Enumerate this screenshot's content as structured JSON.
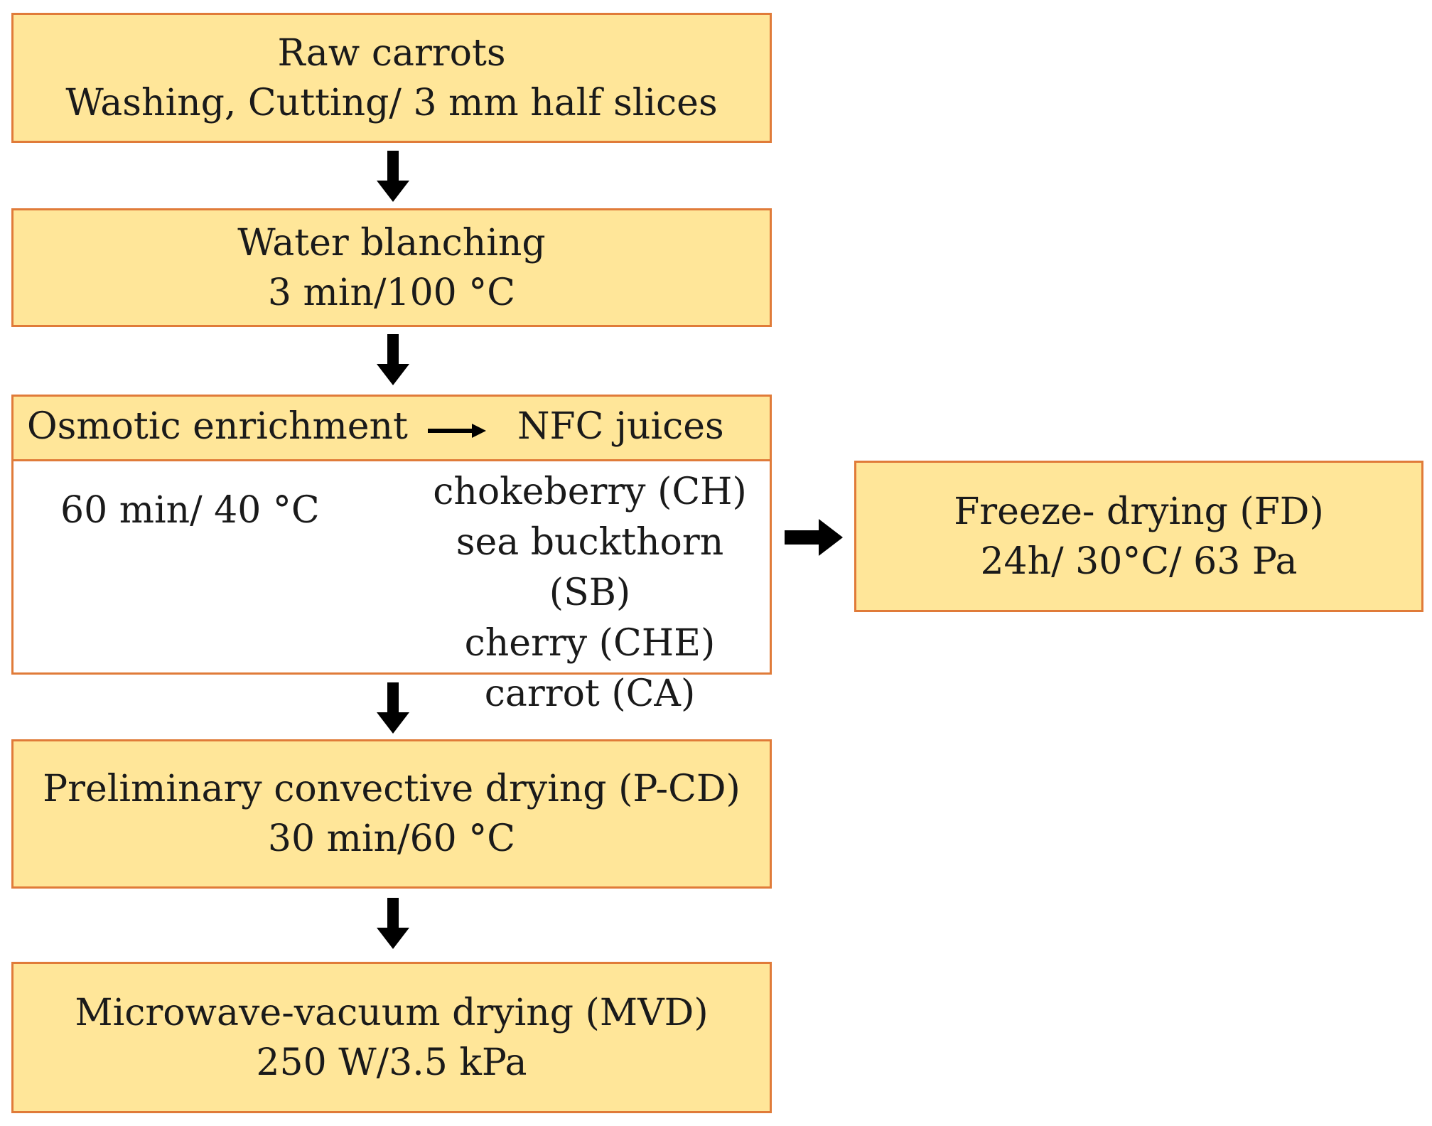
{
  "steps": {
    "raw": {
      "line1": "Raw carrots",
      "line2": "Washing, Cutting/ 3 mm half slices"
    },
    "blanch": {
      "line1": "Water blanching",
      "line2": "3 min/100 °C"
    },
    "osmotic": {
      "title": "Osmotic enrichment",
      "juices_label": "NFC juices",
      "conditions": "60 min/ 40 °C",
      "juices": [
        "chokeberry (CH)",
        "sea buckthorn (SB)",
        "cherry (CHE)",
        "carrot (CA)"
      ]
    },
    "pcd": {
      "line1": "Preliminary convective drying (P-CD)",
      "line2": "30 min/60 °C"
    },
    "mvd": {
      "line1": "Microwave-vacuum drying (MVD)",
      "line2": "250 W/3.5 kPa"
    },
    "fd": {
      "line1": "Freeze- drying (FD)",
      "line2": "24h/ 30°C/ 63 Pa"
    }
  },
  "colors": {
    "box_fill": "#ffe699",
    "box_border": "#e07b39",
    "arrow": "#000000"
  }
}
